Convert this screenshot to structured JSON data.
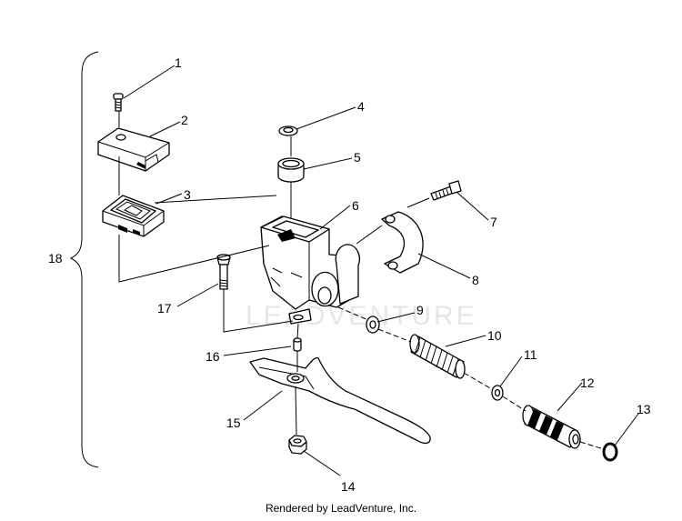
{
  "callouts": [
    "1",
    "2",
    "3",
    "4",
    "5",
    "6",
    "7",
    "8",
    "9",
    "10",
    "11",
    "12",
    "13",
    "14",
    "15",
    "16",
    "17",
    "18"
  ],
  "watermark": "LEADVENTURE",
  "footer": "Rendered by LeadVenture, Inc."
}
